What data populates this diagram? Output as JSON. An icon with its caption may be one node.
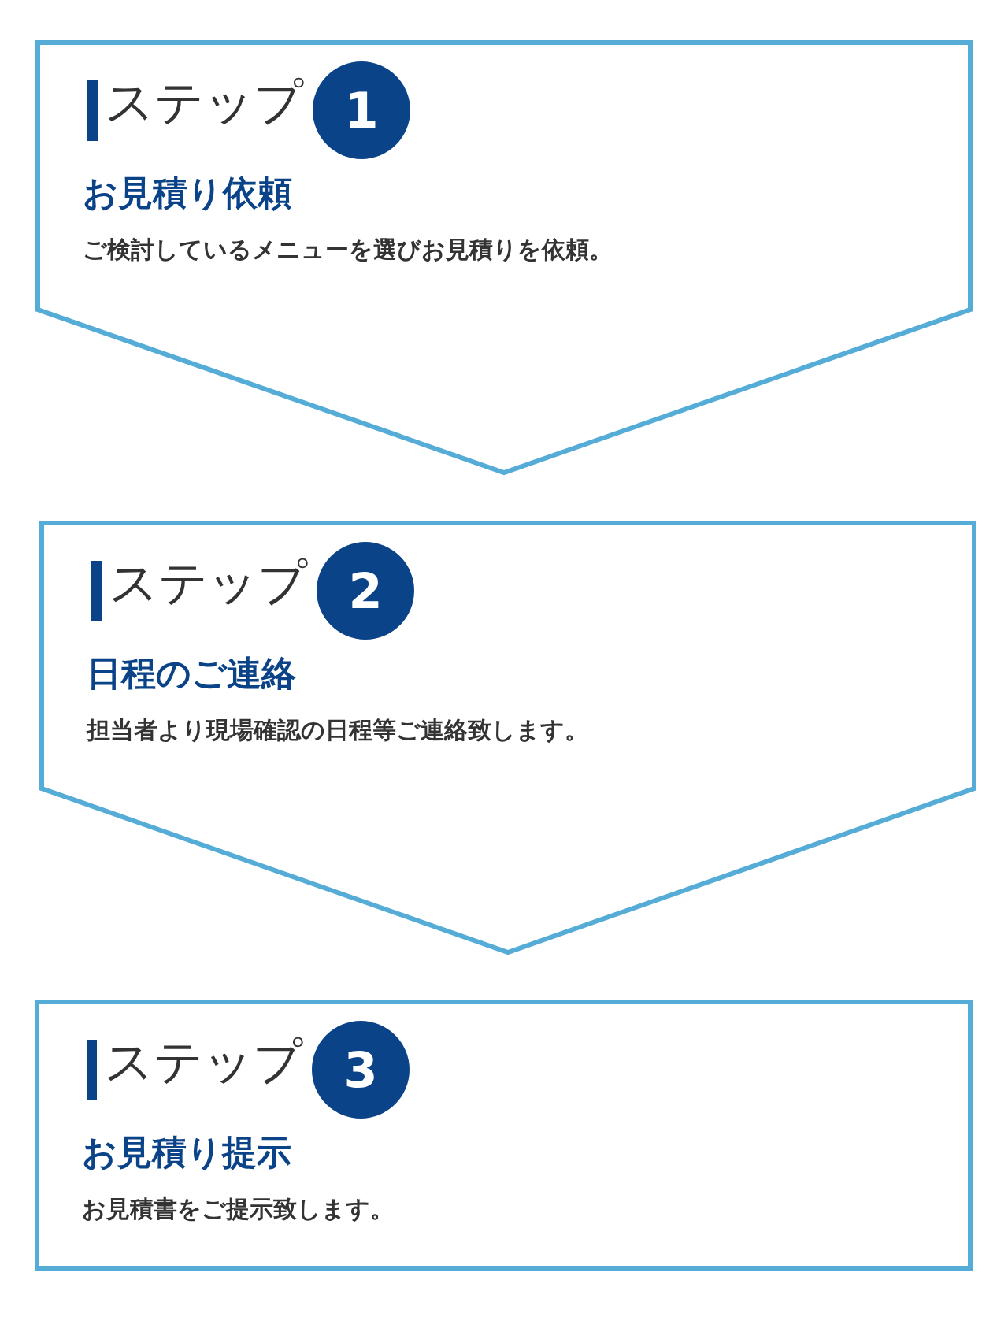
{
  "diagram": {
    "nodes": [
      {
        "text": [
          "ステップ",
          "お見積り依頼",
          "ご検討しているメニューを選びお見積りを依頼。"
        ]
      },
      {
        "text": [
          "1"
        ],
        "in": 0
      },
      {
        "text": [
          "ステップ",
          "日程のご連絡",
          "担当者より現場確認の日程等ご連絡致します。"
        ]
      },
      {
        "text": [
          "2"
        ],
        "in": 2
      },
      {
        "text": [
          "ステップ",
          "お見積り提示",
          "お見積書をご提示致します。"
        ]
      },
      {
        "text": [
          "3"
        ],
        "in": 4
      }
    ]
  }
}
